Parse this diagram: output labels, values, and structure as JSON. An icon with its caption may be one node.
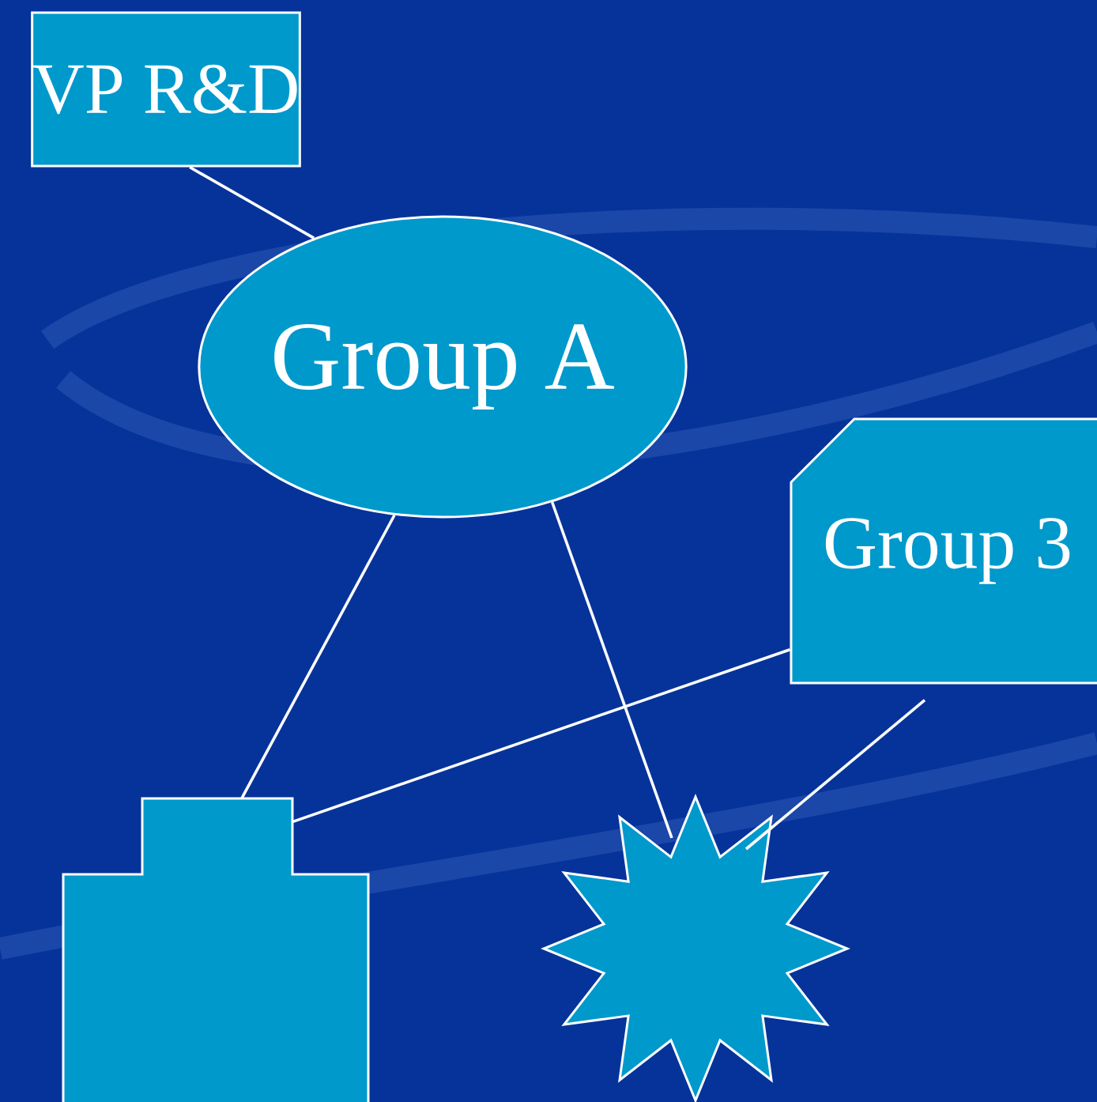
{
  "diagram": {
    "nodes": [
      {
        "text": [
          "VP R&D"
        ]
      },
      {
        "text": [
          "Group A"
        ]
      },
      {
        "text": [
          "Group 3"
        ]
      },
      {
        "text": [],
        "shape": "cross"
      },
      {
        "text": [],
        "shape": "starburst"
      }
    ],
    "edges": [
      {
        "from": 0,
        "to": 1,
        "arrow": "none"
      },
      {
        "from": 1,
        "to": 3,
        "arrow": "none"
      },
      {
        "from": 1,
        "to": 4,
        "arrow": "none"
      },
      {
        "from": 2,
        "to": 3,
        "arrow": "none"
      },
      {
        "from": 2,
        "to": 4,
        "arrow": "none"
      }
    ]
  }
}
